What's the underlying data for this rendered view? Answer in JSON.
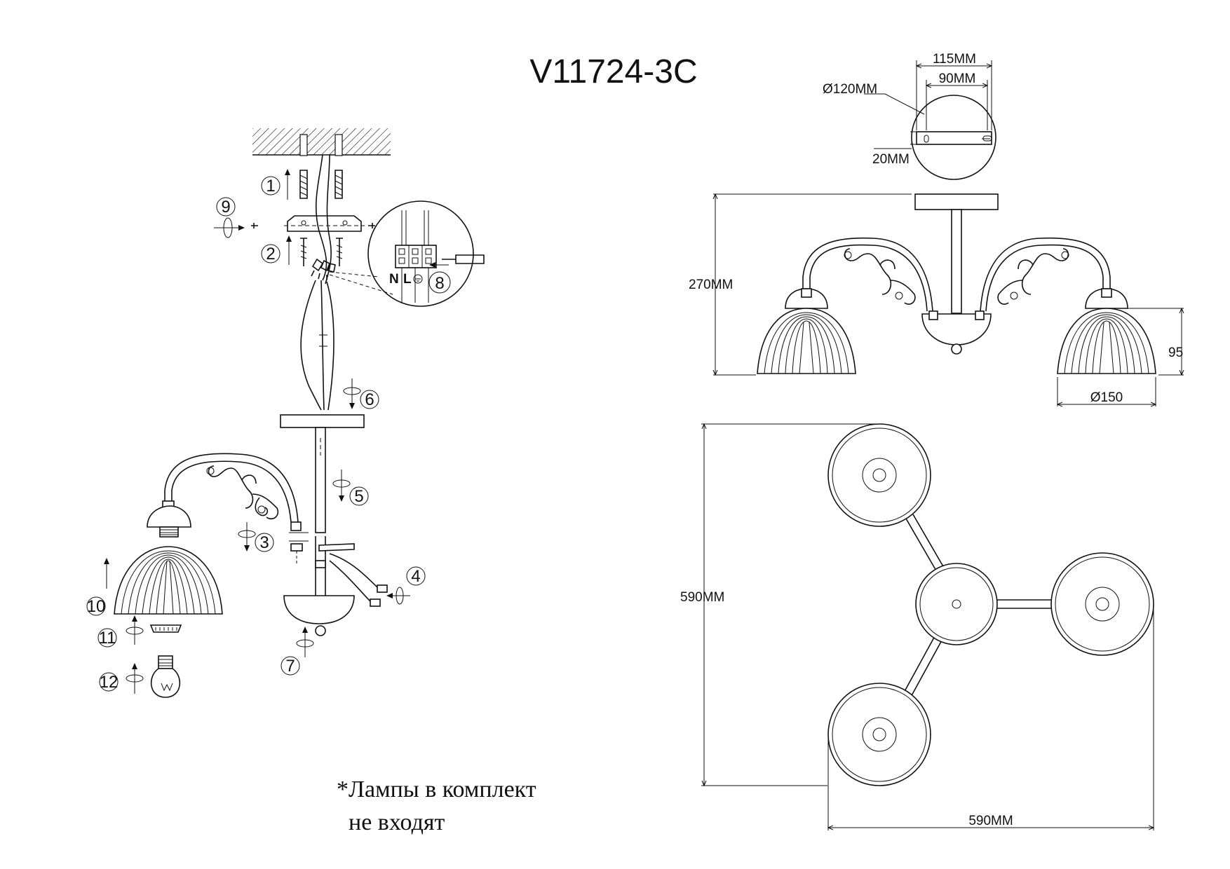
{
  "model_title": "V11724-3C",
  "dimensions": {
    "bracket_width": "115MM",
    "bracket_hole_spacing": "90MM",
    "canopy_diameter": "Ø120MM",
    "bracket_height": "20MM",
    "total_height": "270MM",
    "shade_height": "95",
    "shade_diameter": "Ø150",
    "span_vertical": "590MM",
    "span_horizontal": "590MM"
  },
  "wiring": {
    "neutral": "N",
    "live": "L"
  },
  "steps": [
    "1",
    "2",
    "3",
    "4",
    "5",
    "6",
    "7",
    "8",
    "9",
    "10",
    "11",
    "12"
  ],
  "note": {
    "line1": "*Лампы в комплект",
    "line2": "не входят"
  }
}
